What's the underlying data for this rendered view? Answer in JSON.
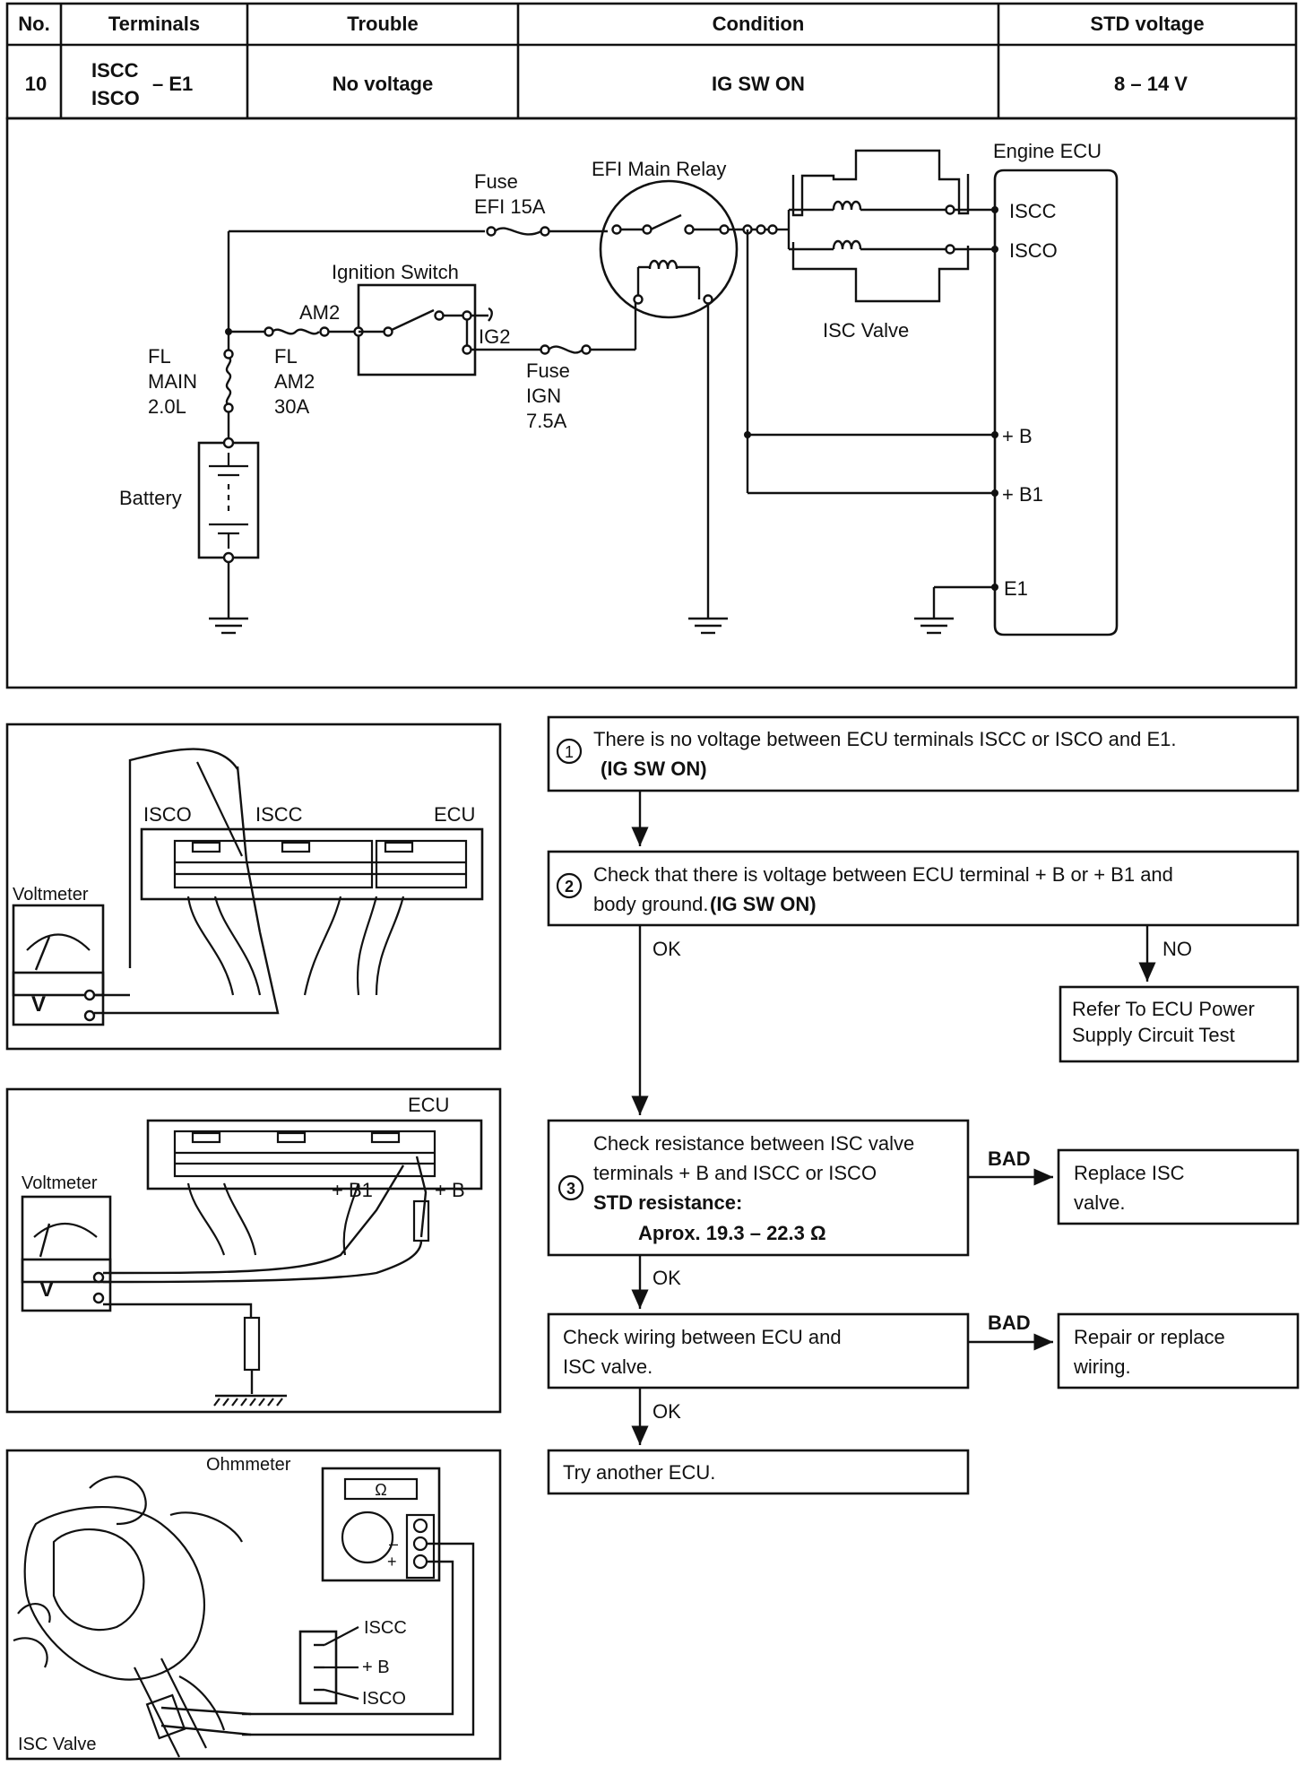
{
  "table": {
    "headers": [
      "No.",
      "Terminals",
      "Trouble",
      "Condition",
      "STD voltage"
    ],
    "row": {
      "no": "10",
      "terminal_1": "ISCC",
      "terminal_2": "ISCO",
      "terminal_suffix": "– E1",
      "trouble": "No voltage",
      "condition": "IG SW ON",
      "std_voltage": "8 – 14 V"
    }
  },
  "circuit": {
    "fuse_efi_1": "Fuse",
    "fuse_efi_2": "EFI 15A",
    "efi_relay": "EFI Main Relay",
    "engine_ecu": "Engine ECU",
    "ign_switch": "Ignition Switch",
    "am2": "AM2",
    "ig2": "IG2",
    "fuse_ign_1": "Fuse",
    "fuse_ign_2": "IGN",
    "fuse_ign_3": "7.5A",
    "fl_main_1": "FL",
    "fl_main_2": "MAIN",
    "fl_main_3": "2.0L",
    "fl_am2_1": "FL",
    "fl_am2_2": "AM2",
    "fl_am2_3": "30A",
    "battery": "Battery",
    "isc_valve": "ISC Valve",
    "pin_iscc": "ISCC",
    "pin_isco": "ISCO",
    "pin_b": "+ B",
    "pin_b1": "+ B1",
    "pin_e1": "E1"
  },
  "illus1": {
    "isco": "ISCO",
    "iscc": "ISCC",
    "ecu": "ECU",
    "voltmeter": "Voltmeter",
    "v": "V"
  },
  "illus2": {
    "ecu": "ECU",
    "voltmeter": "Voltmeter",
    "b1": "+ B1",
    "b": "+ B",
    "v": "V"
  },
  "illus3": {
    "ohmmeter": "Ohmmeter",
    "omega": "Ω",
    "iscc": "ISCC",
    "b": "+ B",
    "isco": "ISCO",
    "valve": "ISC Valve"
  },
  "flow": {
    "step1_num": "1",
    "step1_line1": "There is no voltage between ECU terminals ISCC or ISCO and E1.",
    "step1_line2": "(IG SW ON)",
    "step2_num": "2",
    "step2_line1": "Check that there is voltage between ECU terminal + B or + B1 and",
    "step2_line2a": "body ground.",
    "step2_line2b": "(IG SW ON)",
    "ok1": "OK",
    "no1": "NO",
    "refer_1": "Refer To ECU Power",
    "refer_2": "Supply Circuit Test",
    "step3_num": "3",
    "step3_line1": "Check resistance between ISC valve",
    "step3_line2": "terminals + B and ISCC or ISCO",
    "step3_line3": "STD resistance:",
    "step3_line4": "Aprox. 19.3 – 22.3 Ω",
    "bad1": "BAD",
    "replace_1": "Replace ISC",
    "replace_2": "valve.",
    "ok2": "OK",
    "wiring_1": "Check wiring between ECU and",
    "wiring_2": "ISC valve.",
    "bad2": "BAD",
    "repair_1": "Repair or replace",
    "repair_2": "wiring.",
    "ok3": "OK",
    "try": "Try another ECU."
  }
}
